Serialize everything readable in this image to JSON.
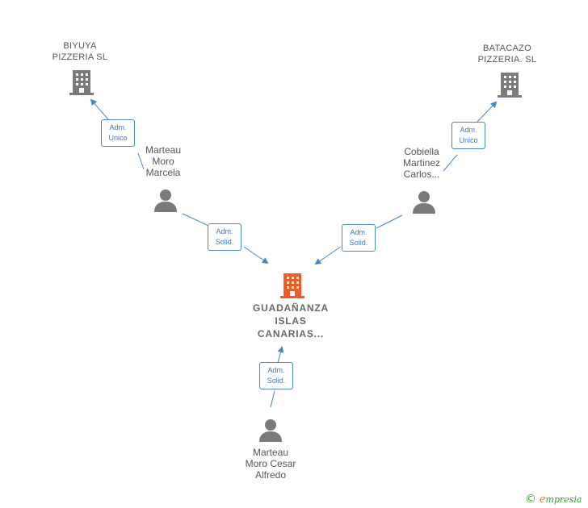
{
  "nodes": {
    "biyuya": {
      "line1": "BIYUYA",
      "line2": "PIZZERIA  SL"
    },
    "batacazo": {
      "line1": "BATACAZO",
      "line2": "PIZZERIA.  SL"
    },
    "guadananza": {
      "line1": "GUADAÑANZA",
      "line2": "ISLAS",
      "line3": "CANARIAS..."
    },
    "marteau_marcela": {
      "line1": "Marteau",
      "line2": "Moro",
      "line3": "Marcela"
    },
    "cobiella": {
      "line1": "Cobiella",
      "line2": "Martinez",
      "line3": "Carlos..."
    },
    "marteau_cesar": {
      "line1": "Marteau",
      "line2": "Moro Cesar",
      "line3": "Alfredo"
    }
  },
  "roles": {
    "marcela_biyuya": {
      "line1": "Adm.",
      "line2": "Unico"
    },
    "cobiella_batacazo": {
      "line1": "Adm.",
      "line2": "Unico"
    },
    "marcela_main": {
      "line1": "Adm.",
      "line2": "Solid."
    },
    "cobiella_main": {
      "line1": "Adm.",
      "line2": "Solid."
    },
    "cesar_main": {
      "line1": "Adm.",
      "line2": "Solid."
    }
  },
  "colors": {
    "company_icon": "#7a7a7a",
    "main_company_icon": "#f05a28",
    "person_icon": "#7a7a7a",
    "edge": "#4a86c8"
  },
  "icons": {
    "company": "building-icon",
    "person": "person-icon"
  },
  "watermark": {
    "symbol": "©",
    "brand_initial": "e",
    "brand_rest": "mpresia"
  }
}
